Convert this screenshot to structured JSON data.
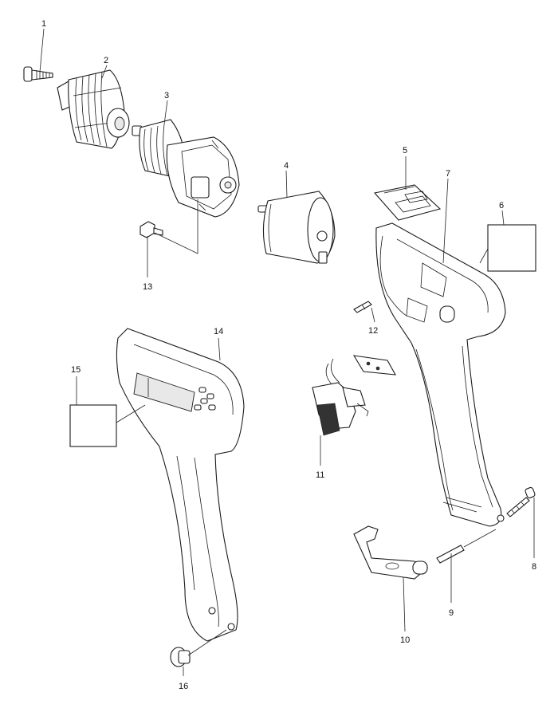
{
  "diagram": {
    "labels": {
      "p1": "1",
      "p2": "2",
      "p3": "3",
      "p4": "4",
      "p5": "5",
      "p6": "6",
      "p7": "7",
      "p8": "8",
      "p9": "9",
      "p10": "10",
      "p11": "11",
      "p12": "12",
      "p13": "13",
      "p14": "14",
      "p15": "15",
      "p16": "16"
    }
  }
}
